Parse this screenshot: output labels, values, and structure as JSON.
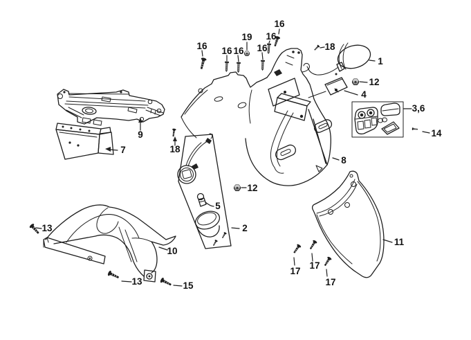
{
  "diagram": {
    "background": "#ffffff",
    "line_color": "#1d1d1d",
    "label_color": "#111111",
    "callouts": {
      "n1": "1",
      "n2": "2",
      "n36": "3,6",
      "n4": "4",
      "n5": "5",
      "n7": "7",
      "n8": "8",
      "n9": "9",
      "n10": "10",
      "n11": "11",
      "n12a": "12",
      "n12b": "12",
      "n13a": "13",
      "n13b": "13",
      "n14": "14",
      "n15": "15",
      "n16a": "16",
      "n16b": "16",
      "n16c": "16",
      "n16d": "16",
      "n16e": "16",
      "n16f": "16",
      "n17a": "17",
      "n17b": "17",
      "n17c": "17",
      "n18a": "18",
      "n18b": "18",
      "n19": "19"
    }
  }
}
